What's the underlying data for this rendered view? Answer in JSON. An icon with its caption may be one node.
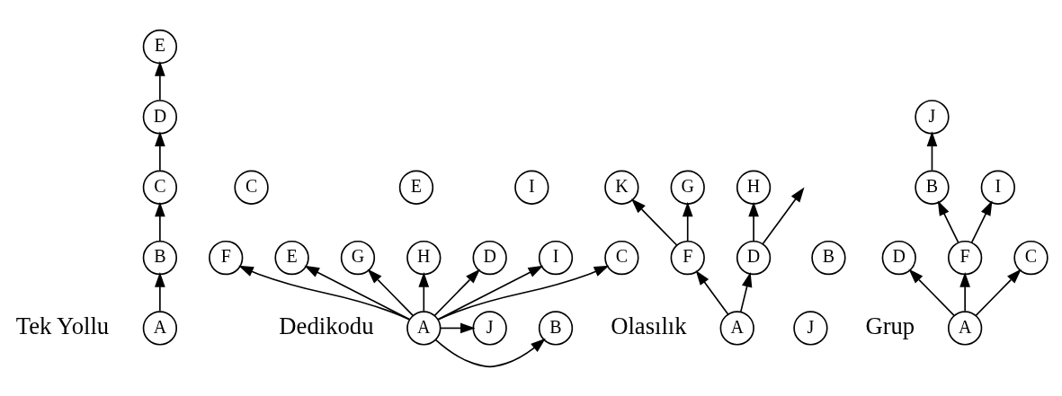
{
  "diagram": {
    "nodes": [
      {
        "text": [
          "E"
        ]
      },
      {
        "text": [
          "D"
        ]
      },
      {
        "text": [
          "C"
        ]
      },
      {
        "text": [
          "B"
        ]
      },
      {
        "text": [
          "A"
        ]
      },
      {
        "text": [
          "F"
        ]
      },
      {
        "text": [
          "E"
        ]
      },
      {
        "text": [
          "G"
        ]
      },
      {
        "text": [
          "H"
        ]
      },
      {
        "text": [
          "D"
        ]
      },
      {
        "text": [
          "I"
        ]
      },
      {
        "text": [
          "C"
        ]
      },
      {
        "text": [
          "B"
        ]
      },
      {
        "text": [
          "A"
        ]
      },
      {
        "text": [
          "J"
        ]
      },
      {
        "text": [
          "C"
        ]
      },
      {
        "text": [
          "E"
        ]
      },
      {
        "text": [
          "I"
        ]
      },
      {
        "text": [
          "K"
        ]
      },
      {
        "text": [
          "G"
        ]
      },
      {
        "text": [
          "H"
        ]
      },
      {
        "text": [
          "B"
        ]
      },
      {
        "text": [
          "F"
        ]
      },
      {
        "text": [
          "D"
        ]
      },
      {
        "text": [
          "J"
        ]
      },
      {
        "text": [
          "A"
        ]
      },
      {
        "text": [
          "J"
        ]
      },
      {
        "text": [
          "B"
        ]
      },
      {
        "text": [
          "I"
        ]
      },
      {
        "text": [
          "D"
        ]
      },
      {
        "text": [
          "F"
        ]
      },
      {
        "text": [
          "C"
        ]
      },
      {
        "text": [
          "A"
        ]
      }
    ],
    "edges": [
      {
        "from": 4,
        "to": 3,
        "arrow": "to"
      },
      {
        "from": 3,
        "to": 2,
        "arrow": "to"
      },
      {
        "from": 2,
        "to": 1,
        "arrow": "to"
      },
      {
        "from": 1,
        "to": 0,
        "arrow": "to"
      },
      {
        "from": 13,
        "to": 12,
        "arrow": "to"
      },
      {
        "from": 13,
        "to": 11,
        "arrow": "to"
      },
      {
        "from": 13,
        "to": 9,
        "arrow": "to"
      },
      {
        "from": 13,
        "to": 6,
        "arrow": "to"
      },
      {
        "from": 13,
        "to": 5,
        "arrow": "to"
      },
      {
        "from": 13,
        "to": 7,
        "arrow": "to"
      },
      {
        "from": 13,
        "to": 8,
        "arrow": "to"
      },
      {
        "from": 13,
        "to": 10,
        "arrow": "to"
      },
      {
        "from": 13,
        "to": 14,
        "arrow": "to"
      },
      {
        "from": 25,
        "to": 22,
        "arrow": "to"
      },
      {
        "from": 25,
        "to": 23,
        "arrow": "to"
      },
      {
        "from": 22,
        "to": 18,
        "arrow": "to"
      },
      {
        "from": 22,
        "to": 19,
        "arrow": "to"
      },
      {
        "from": 23,
        "to": 20,
        "arrow": "to"
      },
      {
        "from": 23,
        "to": null,
        "arrow": "to"
      },
      {
        "from": 32,
        "to": 31,
        "arrow": "to"
      },
      {
        "from": 32,
        "to": 29,
        "arrow": "to"
      },
      {
        "from": 32,
        "to": 30,
        "arrow": "to"
      },
      {
        "from": 30,
        "to": 27,
        "arrow": "to"
      },
      {
        "from": 30,
        "to": 28,
        "arrow": "to"
      },
      {
        "from": 27,
        "to": 26,
        "arrow": "to"
      }
    ],
    "labels": [
      "Tek Yollu",
      "Dedikodu",
      "Olasılık",
      "Grup"
    ]
  }
}
